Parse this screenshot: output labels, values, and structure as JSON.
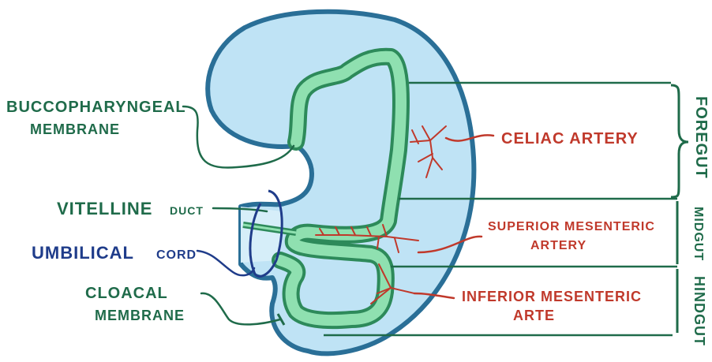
{
  "labels": {
    "buccopharyngeal_line1": "Buccopharyngeal",
    "buccopharyngeal_line2": "membrane",
    "vitelline_main": "Vitelline",
    "vitelline_small": "duct",
    "umbilical_main": "Umbilical",
    "umbilical_small": "cord",
    "cloacal_line1": "Cloacal",
    "cloacal_line2": "membrane",
    "celiac": "Celiac artery",
    "superior_line1": "Superior mesenteric",
    "superior_line2": "artery",
    "inferior_line1": "Inferior mesenteric",
    "inferior_line2": "arte",
    "foregut": "Foregut",
    "midgut": "Midgut",
    "hindgut": "Hindgut"
  },
  "colors": {
    "embryo_fill": "#bfe3f5",
    "embryo_outline": "#2a6f97",
    "gut_outline": "#2d8a5a",
    "gut_fill": "#8fe0b0",
    "artery": "#c0392b",
    "label_green": "#1f6b4a",
    "label_red": "#c0392b",
    "label_blue": "#1f3c8a",
    "bracket": "#1f6b4a"
  }
}
